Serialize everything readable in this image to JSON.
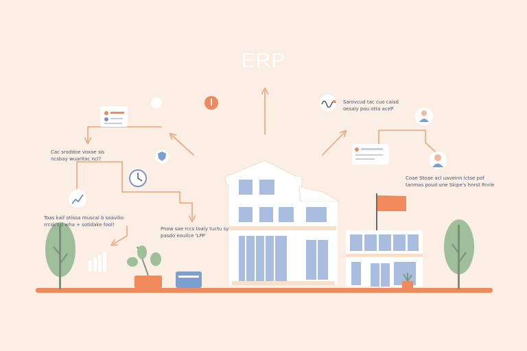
{
  "title": "ERP",
  "captions": [
    {
      "id": "cap-1",
      "lines": [
        "Cac sraddoe voxae sis",
        "ncsbay wuaritac ncl?"
      ]
    },
    {
      "id": "cap-2",
      "lines": [
        "Toas kaif otisoa muscal b soavilio",
        "rrcsk'ssl wha + sotidake fool!"
      ]
    },
    {
      "id": "cap-3",
      "lines": [
        "Pnow sae rccs toaly tuctu sy",
        "pasdo eouilce 'LPP"
      ]
    },
    {
      "id": "cap-4",
      "lines": [
        "Sarovcud tac cuo caisd",
        "oesaly pou otta aceP"
      ]
    },
    {
      "id": "cap-5",
      "lines": [
        "Coae Stoae acl uaveinn lctse pof",
        "tanmas poud une Skipe's hnrst Rnrle"
      ]
    }
  ],
  "colors": {
    "background": "#fbeee4",
    "accent": "#f0936a",
    "ground": "#f08a5d",
    "building_glass": "#a9bde0",
    "tree": "#9fbf9a",
    "dark_text": "#4a5570"
  },
  "icons": [
    "document-card-icon",
    "clock-icon",
    "shield-icon",
    "chart-line-icon",
    "waveform-icon",
    "person-avatar-icon",
    "info-icon",
    "flag-icon",
    "plant-pot-icon",
    "folder-icon",
    "bar-chart-icon",
    "tree-icon"
  ]
}
